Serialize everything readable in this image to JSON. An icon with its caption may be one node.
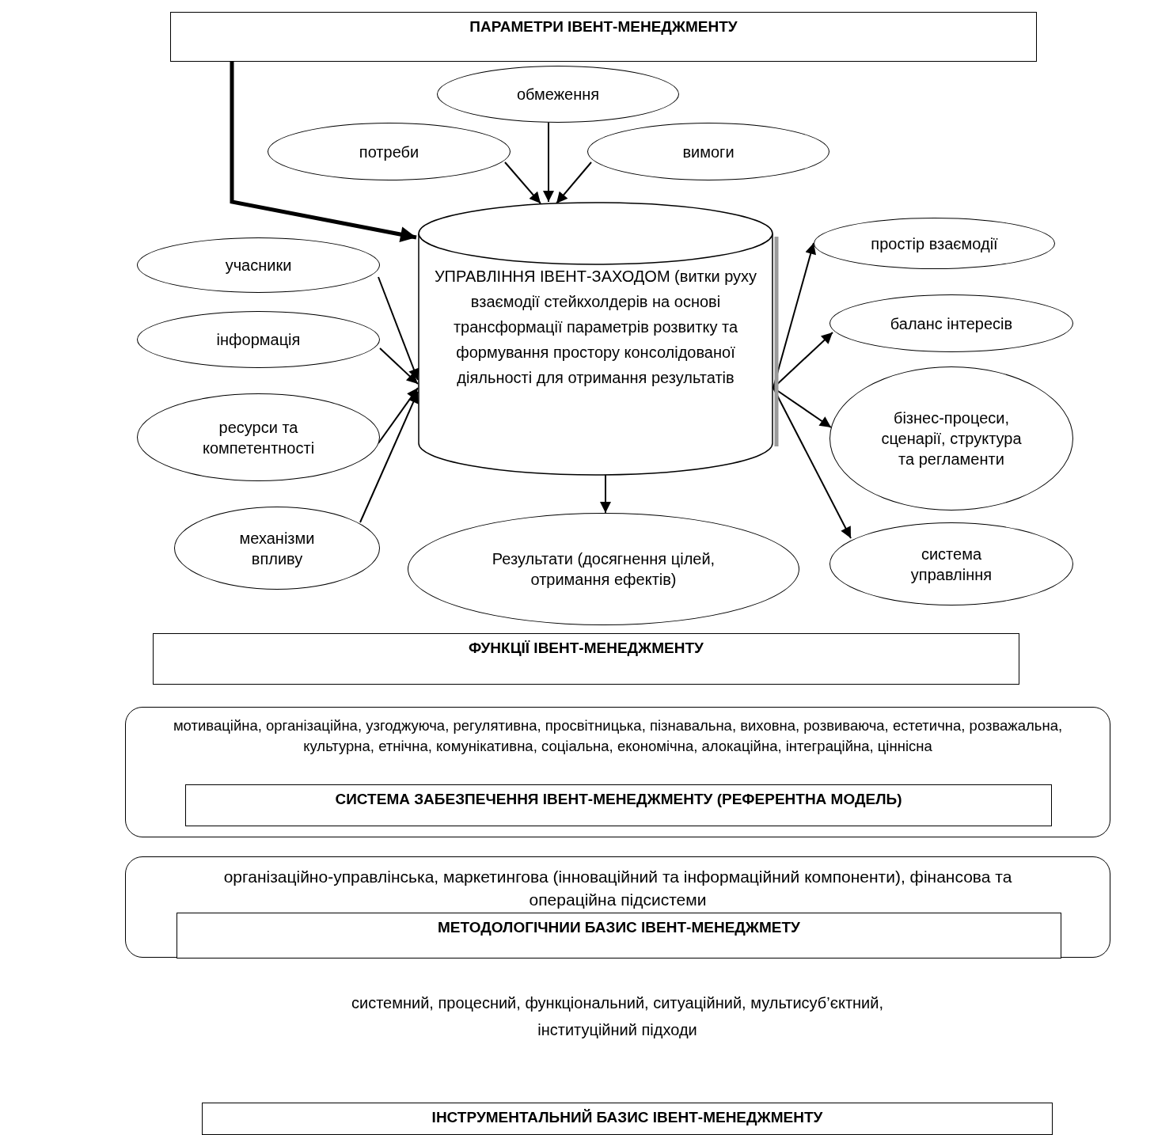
{
  "diagram": {
    "nodes": [
      {
        "text": [
          "ПАРАМЕТРИ ІВЕНТ-МЕНЕДЖМЕНТУ"
        ]
      },
      {
        "text": [
          "обмеження"
        ]
      },
      {
        "text": [
          "потреби"
        ]
      },
      {
        "text": [
          "вимоги"
        ]
      },
      {
        "text": [
          "УПРАВЛІННЯ ІВЕНТ-ЗАХОДОМ (витки руху взаємодії стейкхолдерів на основі трансформації параметрів розвитку та формування простору консолідованої діяльності для отримання результатів"
        ]
      },
      {
        "text": [
          "учасники"
        ]
      },
      {
        "text": [
          "інформація"
        ]
      },
      {
        "text": [
          "ресурси та компетентності"
        ]
      },
      {
        "text": [
          "механізми впливу"
        ]
      },
      {
        "text": [
          "Результати (досягнення цілей, отримання ефектів)"
        ]
      },
      {
        "text": [
          "простір взаємодії"
        ]
      },
      {
        "text": [
          "баланс інтересів"
        ]
      },
      {
        "text": [
          "бізнес-процеси, сценарії, структура та регламенти"
        ]
      },
      {
        "text": [
          "система управління"
        ]
      },
      {
        "text": [
          "ФУНКЦІЇ ІВЕНТ-МЕНЕДЖМЕНТУ"
        ]
      },
      {
        "text": [
          "мотиваційна, організаційна, узгоджуюча, регулятивна, просвітницька, пізнавальна, виховна, розвиваюча, естетична, розважальна, культурна, етнічна, комунікативна, соціальна, економічна, алокаційна, інтеграційна, ціннісна"
        ]
      },
      {
        "text": [
          "СИСТЕМА ЗАБЕЗПЕЧЕННЯ ІВЕНТ-МЕНЕДЖМЕНТУ (РЕФЕРЕНТНА МОДЕЛЬ)"
        ],
        "in": 15
      },
      {
        "text": [
          "організаційно-управлінська, маркетингова (інноваційний та інформаційний компоненти), фінансова та операційна підсистеми"
        ]
      },
      {
        "text": [
          "МЕТОДОЛОГІЧНИИ БАЗИС ІВЕНТ-МЕНЕДЖМЕТУ"
        ],
        "in": 17
      },
      {
        "text": [
          "ІНСТРУМЕНТАЛЬНИЙ БАЗИС ІВЕНТ-МЕНЕДЖМЕНТУ"
        ]
      }
    ],
    "edges": [
      {
        "from": 0,
        "to": 4,
        "arrow": "to",
        "style": "thick"
      },
      {
        "from": 1,
        "to": 4,
        "arrow": "to"
      },
      {
        "from": 2,
        "to": 4,
        "arrow": "to"
      },
      {
        "from": 3,
        "to": 4,
        "arrow": "to"
      },
      {
        "from": 5,
        "to": 4,
        "arrow": "to"
      },
      {
        "from": 6,
        "to": 4,
        "arrow": "to"
      },
      {
        "from": 7,
        "to": 4,
        "arrow": "to"
      },
      {
        "from": 8,
        "to": 4,
        "arrow": "to"
      },
      {
        "from": 4,
        "to": 9,
        "arrow": "to"
      },
      {
        "from": 4,
        "to": 10,
        "arrow": "to"
      },
      {
        "from": 4,
        "to": 11,
        "arrow": "to"
      },
      {
        "from": 4,
        "to": 12,
        "arrow": "to"
      },
      {
        "from": 4,
        "to": 13,
        "arrow": "to"
      }
    ],
    "labels": [
      "системний, процесний, функціональний, ситуаційний, мультисуб’єктний, інституційний підходи"
    ]
  }
}
